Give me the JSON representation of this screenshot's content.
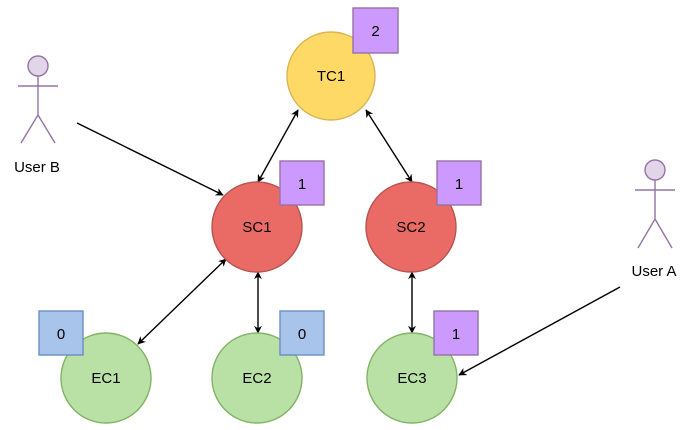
{
  "colors": {
    "tc_fill": "#FFD966",
    "tc_stroke": "#D6B656",
    "sc_fill": "#EA6B66",
    "sc_stroke": "#B85450",
    "ec_fill": "#B9E0A5",
    "ec_stroke": "#82B366",
    "badge_purple_fill": "#CC99FF",
    "badge_purple_stroke": "#9673A6",
    "badge_blue_fill": "#A9C4EB",
    "badge_blue_stroke": "#6C8EBF",
    "actor_fill": "#E1D5E7",
    "actor_stroke": "#9673A6",
    "edge": "#000000"
  },
  "nodes": {
    "tc1": {
      "label": "TC1"
    },
    "sc1": {
      "label": "SC1"
    },
    "sc2": {
      "label": "SC2"
    },
    "ec1": {
      "label": "EC1"
    },
    "ec2": {
      "label": "EC2"
    },
    "ec3": {
      "label": "EC3"
    }
  },
  "badges": {
    "tc1": {
      "value": "2",
      "color": "purple"
    },
    "sc1": {
      "value": "1",
      "color": "purple"
    },
    "sc2": {
      "value": "1",
      "color": "purple"
    },
    "ec1": {
      "value": "0",
      "color": "blue"
    },
    "ec2": {
      "value": "0",
      "color": "blue"
    },
    "ec3": {
      "value": "1",
      "color": "purple"
    }
  },
  "actors": {
    "user_b": {
      "label": "User B"
    },
    "user_a": {
      "label": "User A"
    }
  },
  "edges": [
    {
      "from": "tc1",
      "to": "sc1",
      "type": "bidirectional"
    },
    {
      "from": "tc1",
      "to": "sc2",
      "type": "bidirectional"
    },
    {
      "from": "sc1",
      "to": "ec1",
      "type": "bidirectional"
    },
    {
      "from": "sc1",
      "to": "ec2",
      "type": "bidirectional"
    },
    {
      "from": "sc2",
      "to": "ec3",
      "type": "bidirectional"
    },
    {
      "from": "user_b",
      "to": "sc1",
      "type": "directed"
    },
    {
      "from": "user_a",
      "to": "ec3",
      "type": "directed"
    }
  ]
}
